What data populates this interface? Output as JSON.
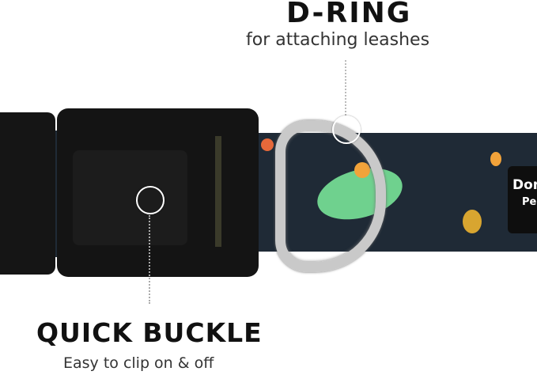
{
  "callouts": {
    "d_ring": {
      "title": "D-RING",
      "subtitle": "for attaching leashes"
    },
    "quick_buckle": {
      "title": "QUICK BUCKLE",
      "subtitle": "Easy to clip on & off"
    }
  },
  "logo_tag": {
    "text": "Dom Pe"
  },
  "colors": {
    "strap": "#1f2a36",
    "buckle": "#141414",
    "ring": "#c9c9c9",
    "dino_green": "#6fd18e",
    "accent_orange": "#f2a33a"
  }
}
